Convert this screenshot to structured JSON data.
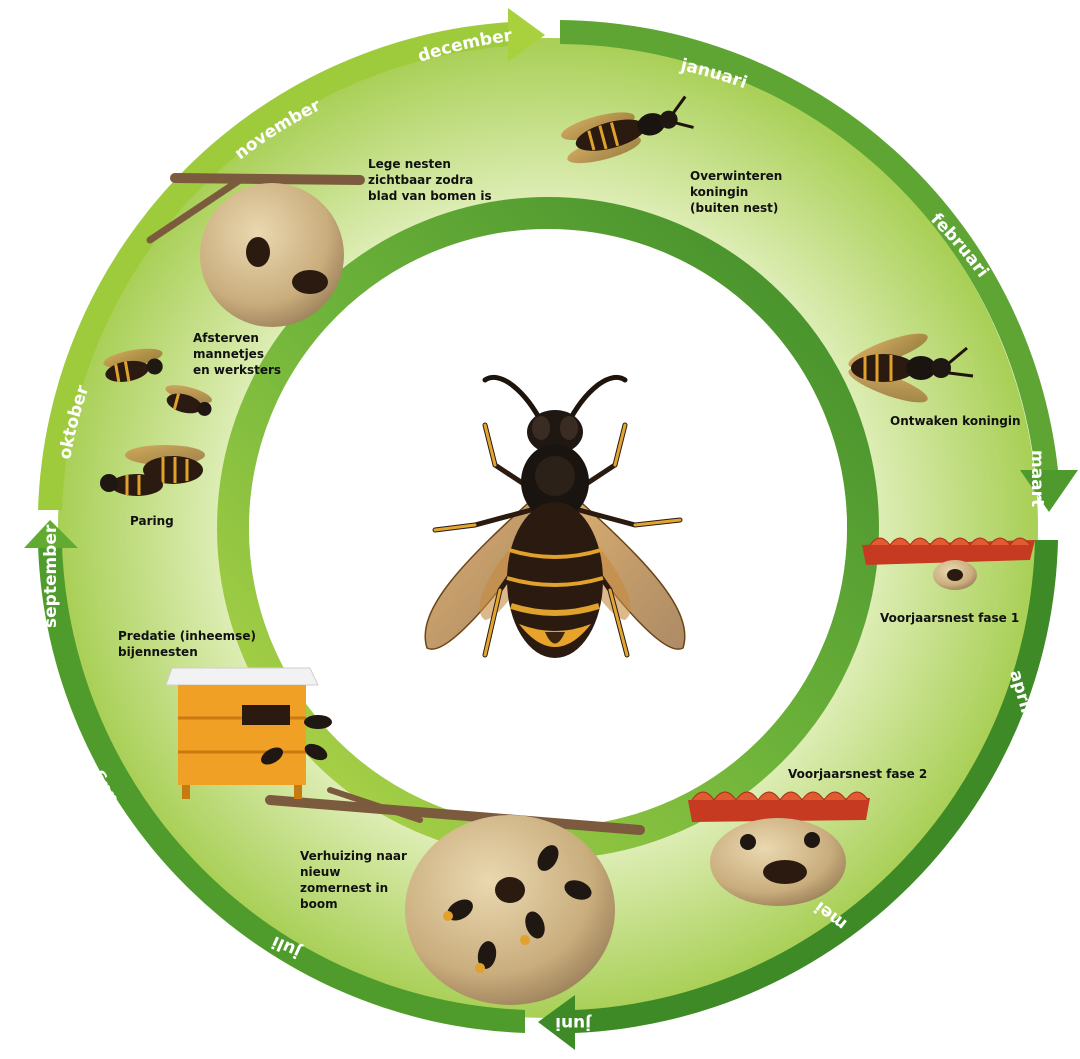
{
  "months": {
    "januari": "januari",
    "februari": "februari",
    "maart": "maart",
    "april": "april",
    "mei": "mei",
    "juni": "juni",
    "juli": "juli",
    "augustus": "augustus",
    "september": "september",
    "oktober": "oktober",
    "november": "november",
    "december": "december"
  },
  "stages": {
    "lege_nesten": [
      "Lege nesten",
      "zichtbaar zodra",
      "blad van bomen is"
    ],
    "overwinteren": [
      "Overwinteren",
      "koningin",
      "(buiten nest)"
    ],
    "ontwaken": [
      "Ontwaken koningin"
    ],
    "voorjaarsnest1": [
      "Voorjaarsnest fase 1"
    ],
    "voorjaarsnest2": [
      "Voorjaarsnest fase 2"
    ],
    "verhuizing": [
      "Verhuizing naar",
      "nieuw",
      "zomernest in",
      "boom"
    ],
    "predatie": [
      "Predatie (inheemse)",
      "bijennesten"
    ],
    "paring": [
      "Paring"
    ],
    "afsterven": [
      "Afsterven",
      "mannetjes",
      "en werksters"
    ]
  },
  "colors": {
    "light_green": "#b5d335",
    "dark_green": "#3f8a2a",
    "mid_green": "#7bb531",
    "background_wash": "#cfe59a"
  }
}
